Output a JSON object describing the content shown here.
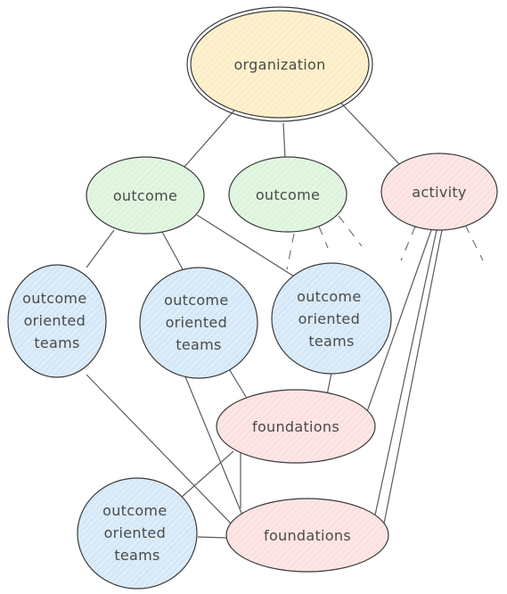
{
  "colors": {
    "yellow": "#fdf1cf",
    "green": "#e3f6e2",
    "red": "#fde6e6",
    "blue": "#dcecf9"
  },
  "nodes": {
    "organization": {
      "label": "organization",
      "color": "yellow"
    },
    "outcome_1": {
      "label": "outcome",
      "color": "green"
    },
    "outcome_2": {
      "label": "outcome",
      "color": "green"
    },
    "activity": {
      "label": "activity",
      "color": "red"
    },
    "team_1": {
      "lines": [
        "outcome",
        "oriented",
        "teams"
      ],
      "color": "blue"
    },
    "team_2": {
      "lines": [
        "outcome",
        "oriented",
        "teams"
      ],
      "color": "blue"
    },
    "team_3": {
      "lines": [
        "outcome",
        "oriented",
        "teams"
      ],
      "color": "blue"
    },
    "team_4": {
      "lines": [
        "outcome",
        "oriented",
        "teams"
      ],
      "color": "blue"
    },
    "foundations_1": {
      "label": "foundations",
      "color": "red"
    },
    "foundations_2": {
      "label": "foundations",
      "color": "red"
    }
  }
}
